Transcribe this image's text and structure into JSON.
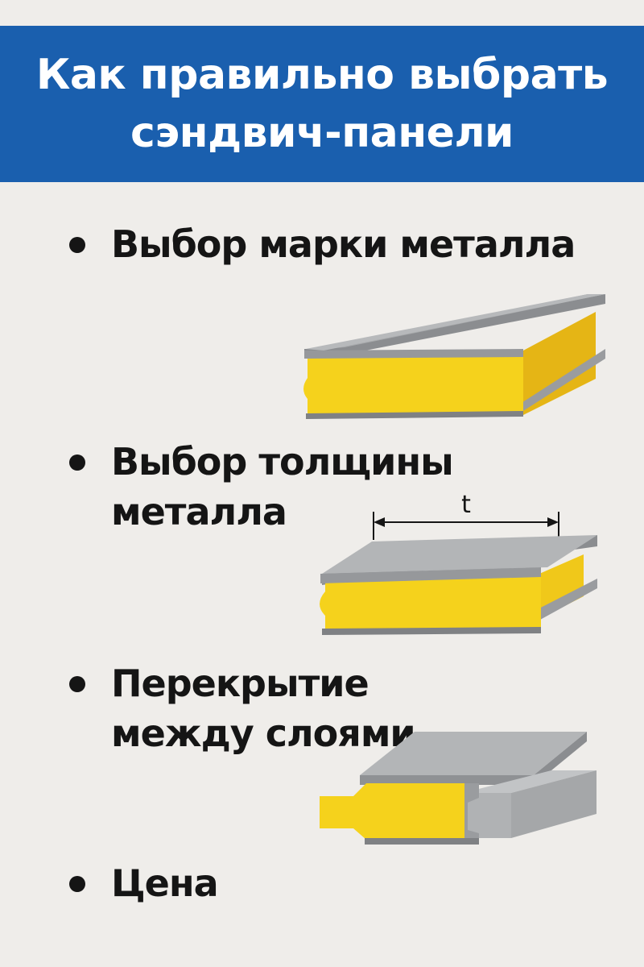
{
  "header": {
    "title_line1": "Как правильно выбрать",
    "title_line2": "сэндвич-панели"
  },
  "items": [
    {
      "line1": "Выбор марки металла"
    },
    {
      "line1": "Выбор толщины",
      "line2": "металла"
    },
    {
      "line1": "Перекрытие",
      "line2": "между слоями"
    },
    {
      "line1": "Цена"
    }
  ],
  "dimension_label": "t",
  "colors": {
    "banner": "#1a5fae",
    "background": "#efedea",
    "metal_top": "#a9abad",
    "metal_edge": "#8b8d90",
    "foam_core": "#f5d21c",
    "foam_shadow": "#e5b515",
    "text": "#151515"
  }
}
